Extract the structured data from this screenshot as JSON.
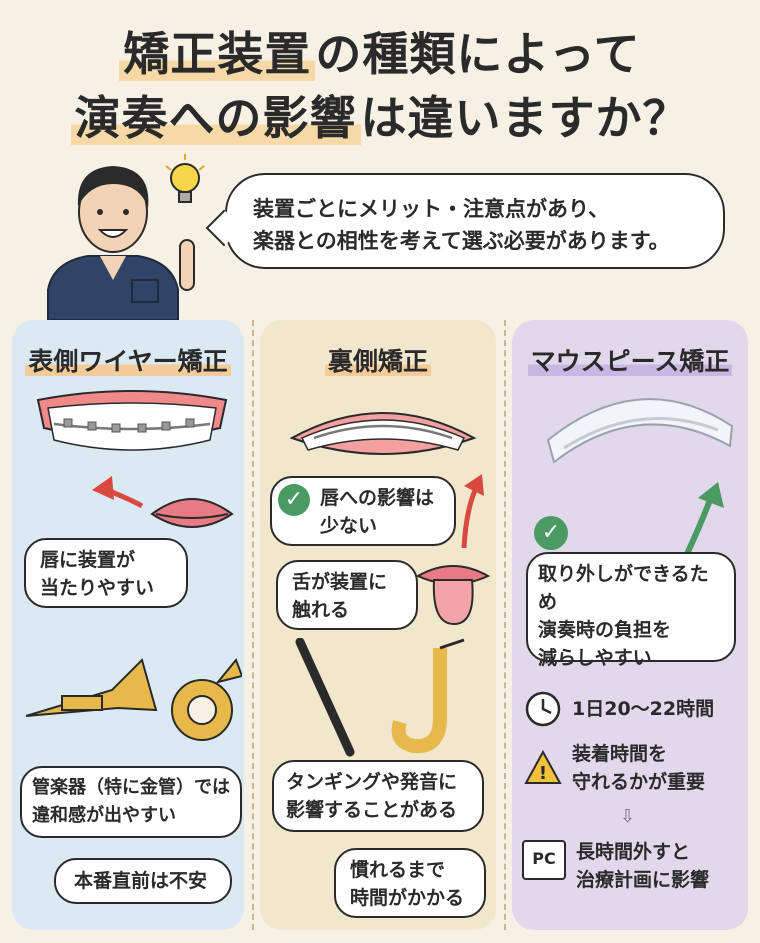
{
  "title": {
    "line1_hl": "矯正装置",
    "line1_rest": "の種類によって",
    "line2_hl": "演奏への影響",
    "line2_rest": "は違いますか？"
  },
  "intro": {
    "line1": "装置ごとにメリット・注意点があり、",
    "line2": "楽器との相性を考えて選ぶ必要があります。"
  },
  "columns": {
    "labial": {
      "title": "表側ワイヤー矯正",
      "bubble1": {
        "line1": "唇に装置が",
        "line2": "当たりやすい"
      },
      "bubble2": {
        "line1": "管楽器（特に金管）では",
        "line2": "違和感が出やすい"
      },
      "bubble3": "本番直前は不安"
    },
    "lingual": {
      "title": "裏側矯正",
      "merit": {
        "line1": "唇への影響は",
        "line2": "少ない"
      },
      "bubble1": {
        "line1": "舌が装置に",
        "line2": "触れる"
      },
      "bubble2": {
        "line1": "タンギングや発音に",
        "line2": "影響することがある"
      },
      "bubble3": {
        "line1": "慣れるまで",
        "line2": "時間がかかる"
      }
    },
    "aligner": {
      "title": "マウスピース矯正",
      "bubble1": {
        "line1": "取り外しができるため",
        "line2": "演奏時の負担を",
        "line3": "減らしやすい"
      },
      "hours": "1日20～22時間",
      "warn": {
        "line1": "装着時間を",
        "line2": "守れるかが重要"
      },
      "pc_label": "PC",
      "plan": {
        "line1": "長時間外すと",
        "line2": "治療計画に影響"
      }
    }
  },
  "colors": {
    "accent": "#f6d9a6",
    "check": "#4c9a63",
    "labial_bg": "#dbe9f2",
    "lingual_bg": "#f1e7cc",
    "aligner_bg": "#e1d8ec"
  }
}
